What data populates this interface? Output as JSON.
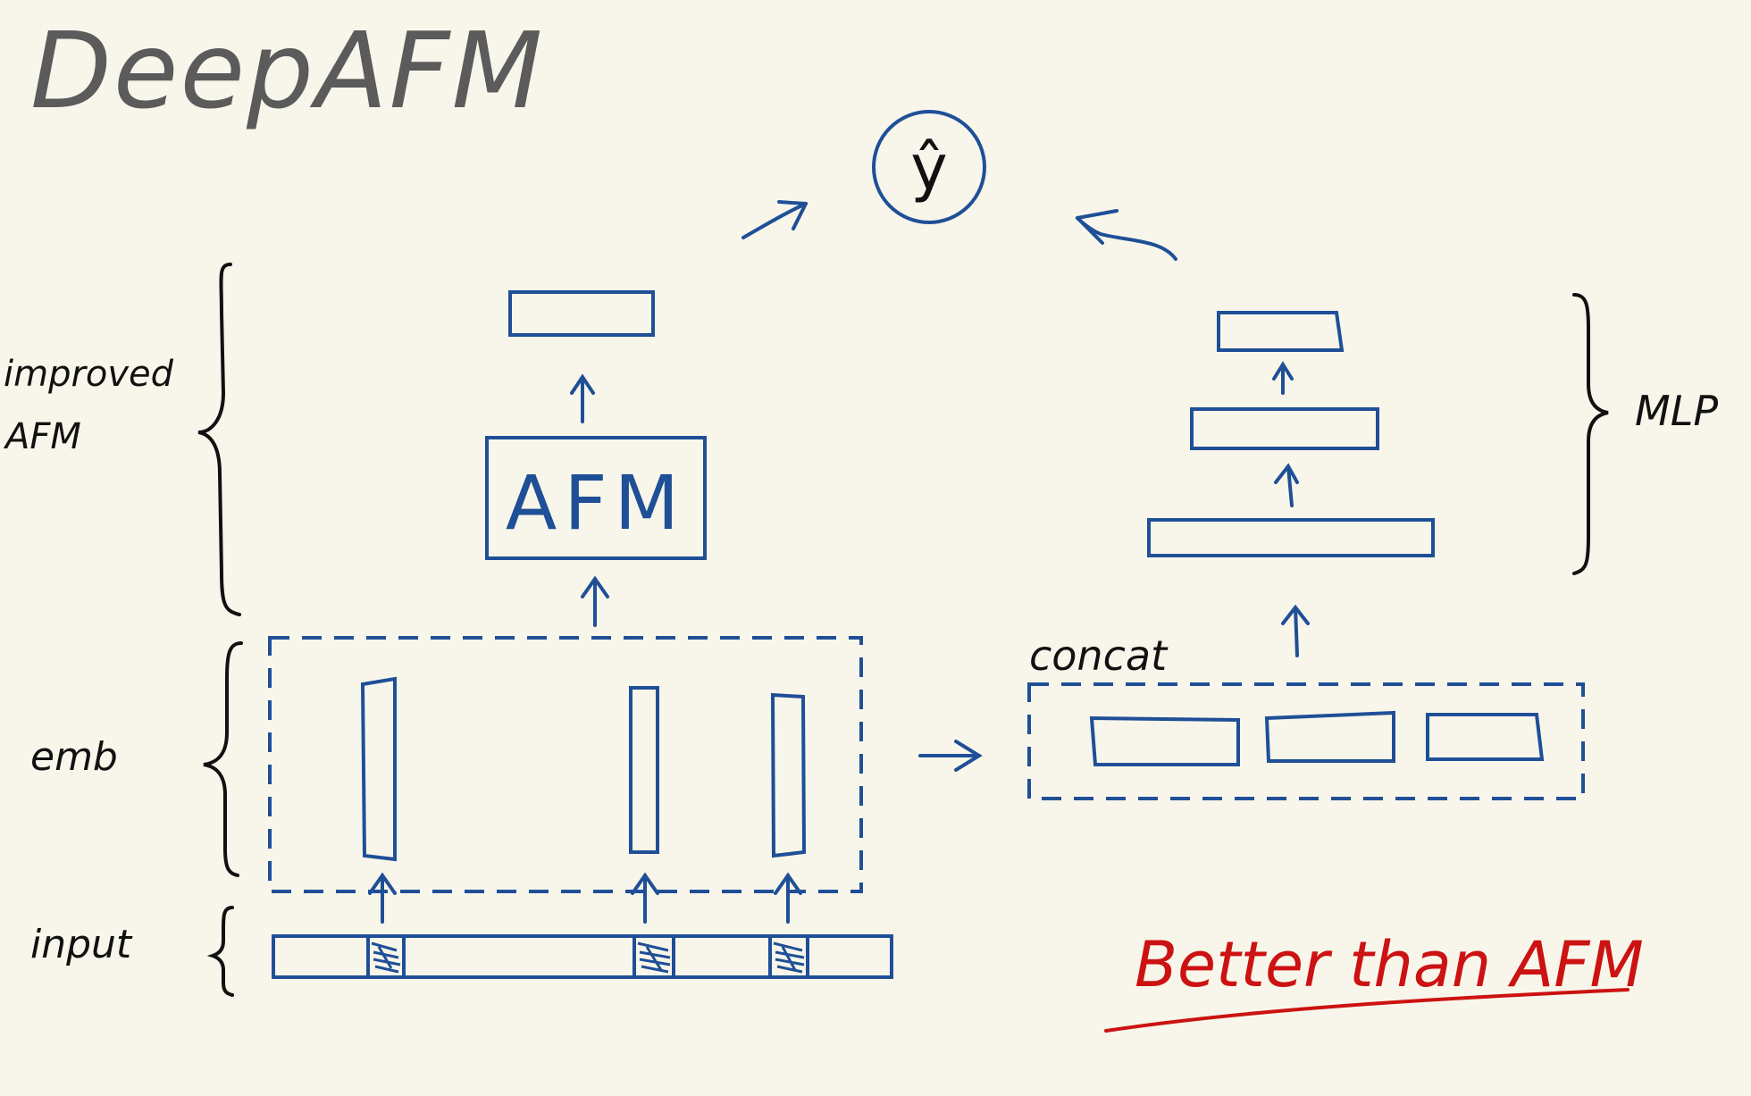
{
  "title": "DeepAFM",
  "output": {
    "label": "ŷ"
  },
  "left_branch": {
    "brace_label_line1": "improved",
    "brace_label_line2": "AFM",
    "afm_box_label": "AFM"
  },
  "right_branch": {
    "brace_label": "MLP",
    "concat_label": "concat"
  },
  "rows": {
    "emb_label": "emb",
    "input_label": "input"
  },
  "note": "Better than AFM",
  "colors": {
    "background": "#f8f6ea",
    "diagram_blue": "#1f4f97",
    "ink_black": "#111111",
    "title_gray": "#5b5b5b",
    "note_red": "#cc1212"
  }
}
